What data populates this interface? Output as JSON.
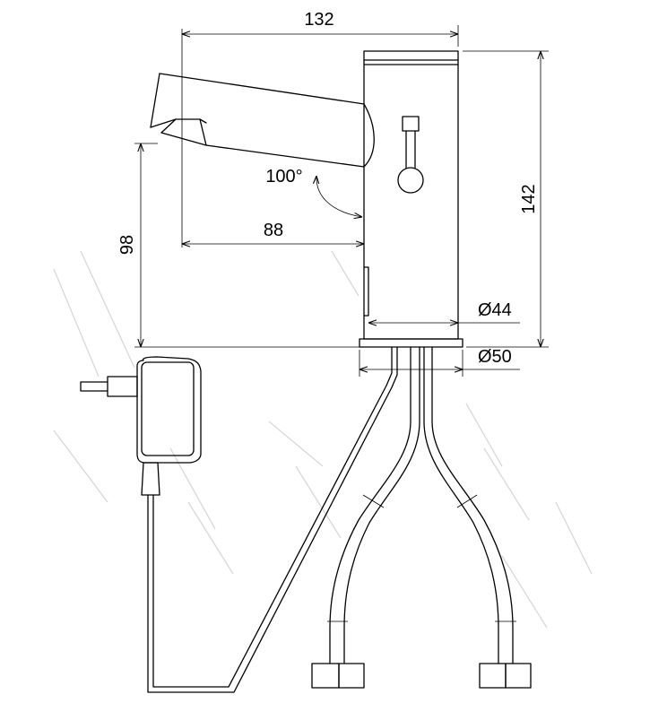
{
  "dimensions": {
    "total_width": "132",
    "total_height": "142",
    "spout_height": "98",
    "spout_reach": "88",
    "spout_angle": "100°",
    "body_diameter": "Ø44",
    "base_diameter": "Ø50"
  }
}
